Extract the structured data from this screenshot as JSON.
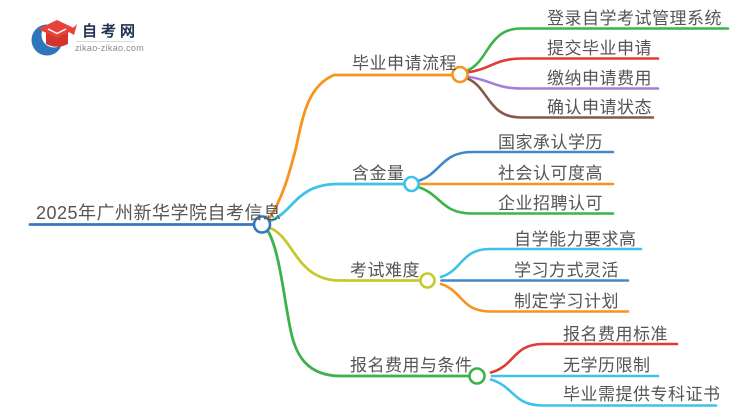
{
  "logo": {
    "name": "自考网",
    "url_text": "zikao-zikao.com",
    "crescent_color": "#2f75bb",
    "cap_top_color": "#e8423b",
    "cap_front_color": "#d2342e"
  },
  "mindmap": {
    "root": {
      "label": "2025年广州新华学院自考信息",
      "color": "#3578bf"
    },
    "branches": [
      {
        "label": "毕业申请流程",
        "color": "#f7941e",
        "children": [
          {
            "label": "登录自学考试管理系统",
            "color": "#3cb44a"
          },
          {
            "label": "提交毕业申请",
            "color": "#e23b35"
          },
          {
            "label": "缴纳申请费用",
            "color": "#a27fd8"
          },
          {
            "label": "确认申请状态",
            "color": "#8a574b"
          }
        ]
      },
      {
        "label": "含金量",
        "color": "#3cc3e8",
        "children": [
          {
            "label": "国家承认学历",
            "color": "#4189cb"
          },
          {
            "label": "社会认可度高",
            "color": "#f7941e"
          },
          {
            "label": "企业招聘认可",
            "color": "#3cb44a"
          }
        ]
      },
      {
        "label": "考试难度",
        "color": "#c6c92e",
        "children": [
          {
            "label": "自学能力要求高",
            "color": "#3cc3e8"
          },
          {
            "label": "学习方式灵活",
            "color": "#4189cb"
          },
          {
            "label": "制定学习计划",
            "color": "#f7941e"
          }
        ]
      },
      {
        "label": "报名费用与条件",
        "color": "#3db14b",
        "children": [
          {
            "label": "报名费用标准",
            "color": "#e23b35"
          },
          {
            "label": "无学历限制",
            "color": "#3cc3e8"
          },
          {
            "label": "毕业需提供专科证书",
            "color": "#3cc3e8"
          }
        ]
      }
    ]
  }
}
